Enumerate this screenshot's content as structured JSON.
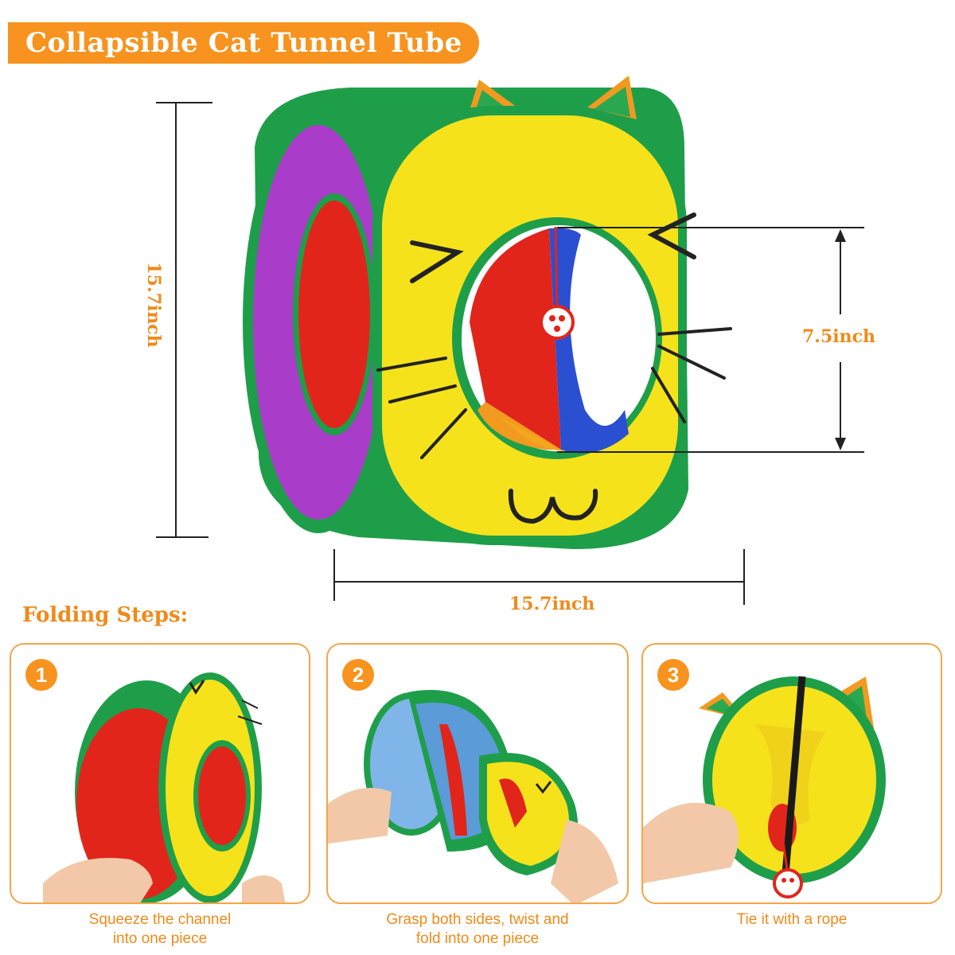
{
  "title": "Collapsible Cat Tunnel Tube",
  "dimensions": {
    "height": "15.7inch",
    "width": "15.7inch",
    "hole": "7.5inch"
  },
  "folding": {
    "title": "Folding Steps:",
    "steps": [
      {
        "number": "1",
        "caption_line1": "Squeeze the channel",
        "caption_line2": "into one piece"
      },
      {
        "number": "2",
        "caption_line1": "Grasp both sides, twist and",
        "caption_line2": "fold into one piece"
      },
      {
        "number": "3",
        "caption_line1": "Tie it with a rope",
        "caption_line2": ""
      }
    ]
  },
  "colors": {
    "accent": "#f7931e",
    "green": "#1f9e4a",
    "yellow": "#f5e21b",
    "purple": "#a93cc9",
    "red": "#e1251b",
    "blue": "#2b4fd1",
    "orange": "#f29a1f"
  }
}
